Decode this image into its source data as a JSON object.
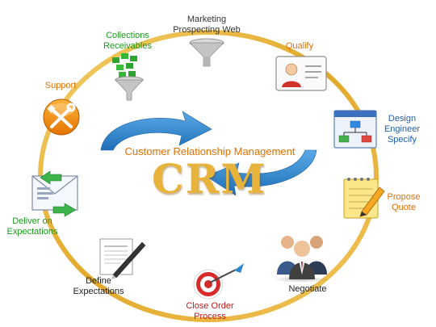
{
  "diagram": {
    "center_subtitle": "Customer Relationship Management",
    "center_title": "CRM",
    "colors": {
      "ring": "#e8b33a",
      "arrow": "#2f86cf",
      "green_text": "#1a9a1a",
      "orange_text": "#e07000",
      "red_text": "#c41818",
      "blue_text": "#1f5fb0",
      "dark_text": "#222222",
      "gray_text": "#333333"
    },
    "nodes": {
      "marketing": {
        "line1": "Marketing",
        "line2": "Prospecting Web",
        "icon": "funnel-icon"
      },
      "collections": {
        "line1": "Collections",
        "line2": "Receivables",
        "icon": "money-funnel-icon"
      },
      "qualify": {
        "line1": "Qualify",
        "icon": "profile-card-icon"
      },
      "design": {
        "line1": "Design",
        "line2": "Engineer",
        "line3": "Specify",
        "icon": "flowchart-window-icon"
      },
      "propose": {
        "line1": "Propose",
        "line2": "Quote",
        "icon": "notepad-pencil-icon"
      },
      "negotiate": {
        "line1": "Negotiate",
        "icon": "people-group-icon"
      },
      "close": {
        "line1": "Close Order",
        "line2": "Process",
        "icon": "target-dart-icon"
      },
      "define": {
        "line1": "Define",
        "line2": "Expectations",
        "icon": "document-pen-icon"
      },
      "deliver": {
        "line1": "Deliver on",
        "line2": "Expectations",
        "icon": "email-transfer-icon"
      },
      "support": {
        "line1": "Support",
        "icon": "tools-icon"
      }
    }
  }
}
